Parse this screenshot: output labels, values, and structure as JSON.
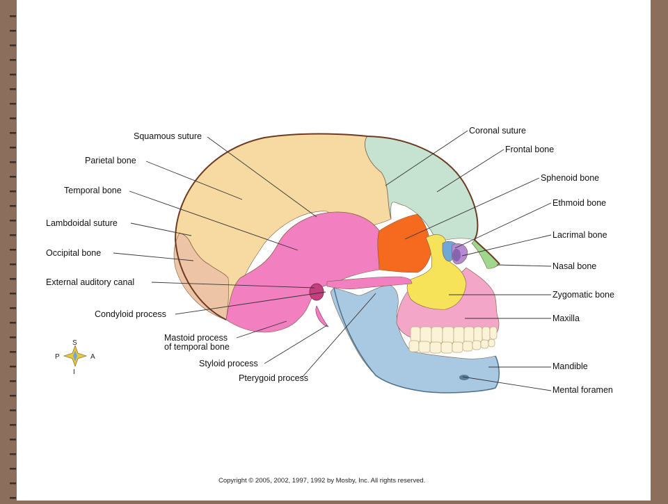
{
  "labels": {
    "squamous_suture": "Squamous suture",
    "parietal_bone": "Parietal bone",
    "temporal_bone": "Temporal bone",
    "lambdoidal_suture": "Lambdoidal suture",
    "occipital_bone": "Occipital bone",
    "external_auditory_canal": "External auditory canal",
    "condyloid_process": "Condyloid process",
    "mastoid_process_line1": "Mastoid process",
    "mastoid_process_line2": "of temporal bone",
    "styloid_process": "Styloid process",
    "pterygoid_process": "Pterygoid process",
    "coronal_suture": "Coronal suture",
    "frontal_bone": "Frontal bone",
    "sphenoid_bone": "Sphenoid bone",
    "ethmoid_bone": "Ethmoid bone",
    "lacrimal_bone": "Lacrimal bone",
    "nasal_bone": "Nasal bone",
    "zygomatic_bone": "Zygomatic bone",
    "maxilla": "Maxilla",
    "mandible": "Mandible",
    "mental_foramen": "Mental foramen"
  },
  "compass": {
    "superior": "S",
    "inferior": "I",
    "posterior": "P",
    "anterior": "A"
  },
  "copyright": "Copyright © 2005, 2002, 1997, 1992 by Mosby, Inc. All rights reserved.",
  "colors": {
    "parietal": "#f7d9a2",
    "frontal": "#c6e3d2",
    "temporal": "#f27fc0",
    "sphenoid": "#f56a1e",
    "zygomatic": "#f6e35a",
    "maxilla": "#f4a6c8",
    "mandible": "#a9c9e2",
    "occipital": "#edc4a6",
    "nasal": "#9fd88c",
    "ethmoid": "#6fa7d6",
    "lacrimal": "#b68ad0",
    "teeth": "#fbf3d8",
    "frame": "#8b6f5c"
  }
}
